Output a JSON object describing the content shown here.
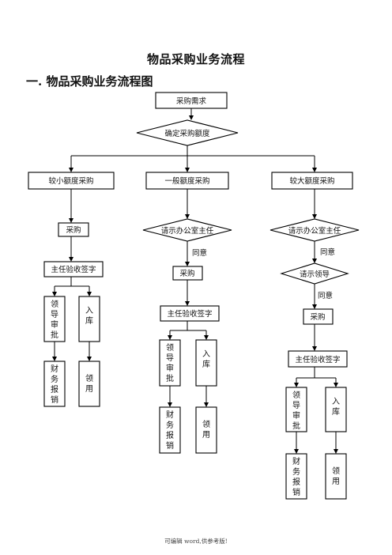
{
  "title": "物品采购业务流程",
  "section_heading": "一. 物品采购业务流程图",
  "footer": "可编辑 word,供参考版!",
  "flow": {
    "start": "采购需求",
    "decide": "确定采购额度",
    "small": {
      "head": "较小额度采购",
      "purchase": "采购",
      "sign": "主任验收签字",
      "approve": "领导审批",
      "stock": "入库",
      "reimburse": "财务报销",
      "use": "领用"
    },
    "medium": {
      "head": "一般额度采购",
      "ask": "请示办公室主任",
      "agree": "同意",
      "purchase": "采购",
      "sign": "主任验收签字",
      "approve": "领导审批",
      "stock": "入库",
      "reimburse": "财务报销",
      "use": "领用"
    },
    "large": {
      "head": "较大额度采购",
      "ask": "请示办公室主任",
      "agree1": "同意",
      "ask_leader": "请示领导",
      "agree2": "同意",
      "purchase": "采购",
      "sign": "主任验收签字",
      "approve": "领导审批",
      "stock": "入库",
      "reimburse": "财务报销",
      "use": "领用"
    }
  }
}
